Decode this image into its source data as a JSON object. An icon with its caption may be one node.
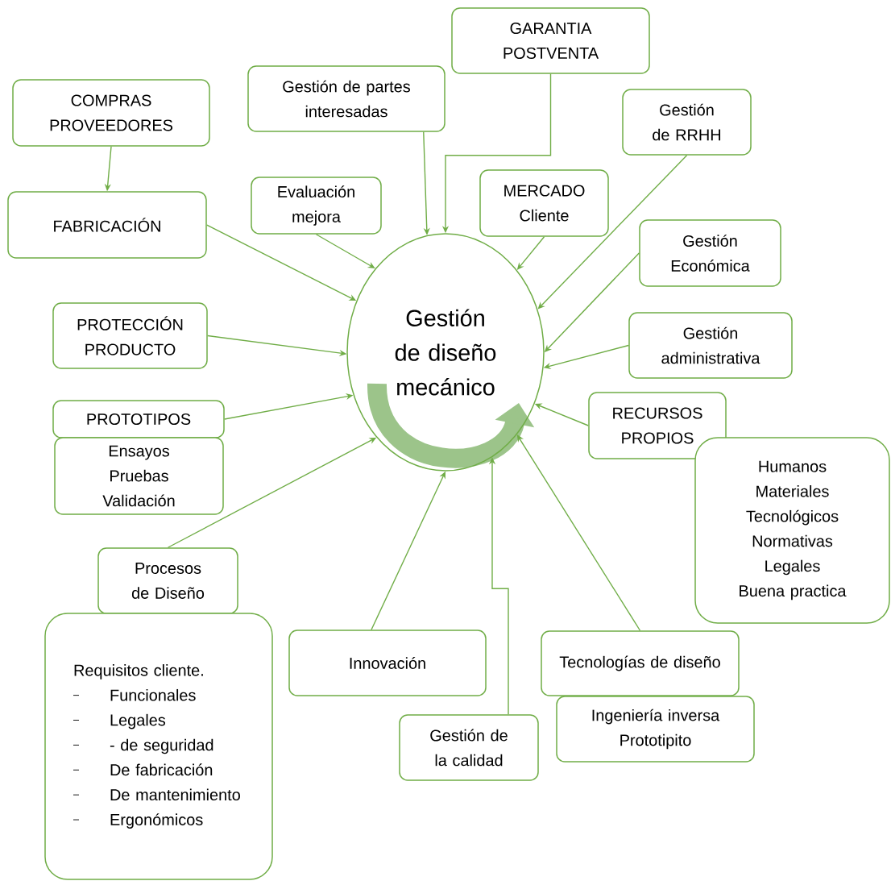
{
  "diagram": {
    "nodes": [
      {
        "text": [
          "Gestión de diseño mecánico"
        ]
      },
      {
        "text": [
          "COMPRAS PROVEEDORES"
        ]
      },
      {
        "text": [
          "FABRICACIÓN"
        ]
      },
      {
        "text": [
          "Gestión de partes interesadas"
        ]
      },
      {
        "text": [
          "Evaluación mejora"
        ]
      },
      {
        "text": [
          "GARANTIA POSTVENTA"
        ]
      },
      {
        "text": [
          "MERCADO Cliente"
        ]
      },
      {
        "text": [
          "Gestión de RRHH"
        ]
      },
      {
        "text": [
          "Gestión Económica"
        ]
      },
      {
        "text": [
          "Gestión administrativa"
        ]
      },
      {
        "text": [
          "PROTECCIÓN PRODUCTO"
        ]
      },
      {
        "text": [
          "PROTOTIPOS"
        ]
      },
      {
        "text": [
          "Ensayos",
          "Pruebas",
          "Validación"
        ]
      },
      {
        "text": [
          "RECURSOS PROPIOS"
        ]
      },
      {
        "text": [
          "Humanos",
          "Materiales",
          "Tecnológicos",
          "Normativas",
          "Legales",
          "Buena practica"
        ]
      },
      {
        "text": [
          "Procesos de Diseño"
        ]
      },
      {
        "text": [
          "Requisitos cliente.",
          "Funcionales",
          "Legales",
          "- de seguridad",
          "De fabricación",
          "De mantenimiento",
          "Ergonómicos"
        ]
      },
      {
        "text": [
          "Innovación"
        ]
      },
      {
        "text": [
          "Gestión de la calidad"
        ]
      },
      {
        "text": [
          "Tecnologías de diseño"
        ]
      },
      {
        "text": [
          "Ingeniería inversa Prototipito"
        ]
      }
    ],
    "edges": [
      {
        "from": 1,
        "to": 2,
        "arrow": "to"
      },
      {
        "from": 2,
        "to": 0,
        "arrow": "to"
      },
      {
        "from": 3,
        "to": 0,
        "arrow": "to"
      },
      {
        "from": 4,
        "to": 0,
        "arrow": "to"
      },
      {
        "from": 5,
        "to": 0,
        "arrow": "to"
      },
      {
        "from": 6,
        "to": 0,
        "arrow": "to"
      },
      {
        "from": 7,
        "to": 0,
        "arrow": "to"
      },
      {
        "from": 8,
        "to": 0,
        "arrow": "to"
      },
      {
        "from": 9,
        "to": 0,
        "arrow": "to"
      },
      {
        "from": 10,
        "to": 0,
        "arrow": "to"
      },
      {
        "from": 11,
        "to": 0,
        "arrow": "to"
      },
      {
        "from": 13,
        "to": 0,
        "arrow": "to"
      },
      {
        "from": 15,
        "to": 0,
        "arrow": "to"
      },
      {
        "from": 17,
        "to": 0,
        "arrow": "to"
      },
      {
        "from": 18,
        "to": 0,
        "arrow": "to"
      },
      {
        "from": 19,
        "to": 0,
        "arrow": "to"
      }
    ]
  }
}
